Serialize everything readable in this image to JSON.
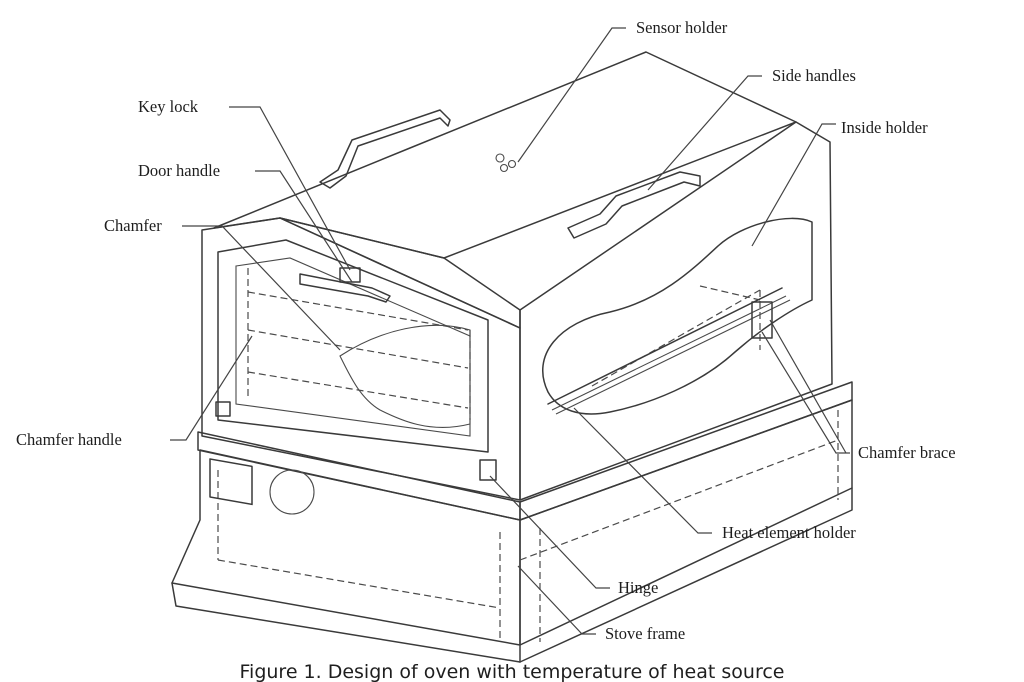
{
  "labels": {
    "sensor_holder": "Sensor holder",
    "side_handles": "Side handles",
    "inside_holder": "Inside holder",
    "key_lock": "Key lock",
    "door_handle": "Door handle",
    "chamfer": "Chamfer",
    "chamfer_handle": "Chamfer handle",
    "chamfer_brace": "Chamfer brace",
    "heat_element_holder": "Heat element holder",
    "hinge": "Hinge",
    "stove_frame": "Stove frame"
  },
  "caption": "Figure 1. Design of oven with temperature of heat source"
}
